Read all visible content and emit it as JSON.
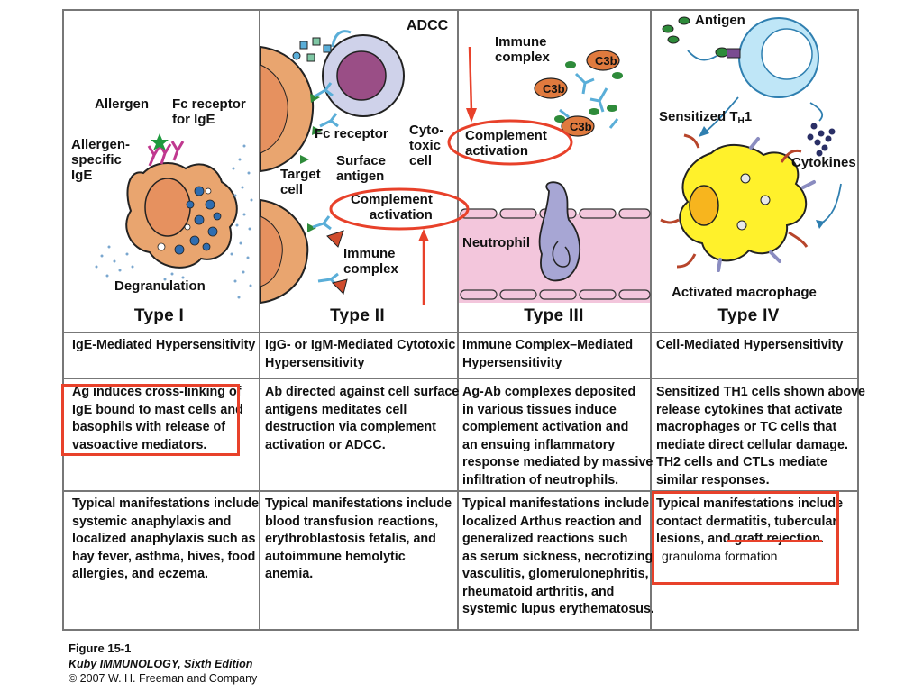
{
  "panels": {
    "type1": {
      "type_label": "Type I",
      "labels": {
        "allergen": "Allergen",
        "fc_receptor_ige": "Fc receptor\nfor IgE",
        "allergen_specific_ige": "Allergen-\nspecific\nIgE",
        "degranulation": "Degranulation"
      }
    },
    "type2": {
      "type_label": "Type II",
      "labels": {
        "adcc": "ADCC",
        "fc_receptor": "Fc receptor",
        "surface_antigen": "Surface\nantigen",
        "target_cell": "Target\ncell",
        "cytotoxic_cell": "Cyto-\ntoxic\ncell",
        "complement_activation": "Complement\nactivation",
        "immune_complex": "Immune\ncomplex"
      }
    },
    "type3": {
      "type_label": "Type III",
      "labels": {
        "immune_complex": "Immune\ncomplex",
        "c3b": "C3b",
        "complement_activation": "Complement\nactivation",
        "neutrophil": "Neutrophil"
      }
    },
    "type4": {
      "type_label": "Type IV",
      "labels": {
        "antigen": "Antigen",
        "sensitized_th1_prefix": "Sensitized T",
        "sensitized_th1_sub": "H",
        "sensitized_th1_suffix": "1",
        "cytokines": "Cytokines",
        "activated_macrophage": "Activated macrophage"
      }
    }
  },
  "table": {
    "row_names": [
      "IgE-Mediated Hypersensitivity",
      "IgG- or IgM-Mediated Cytotoxic\nHypersensitivity",
      "Immune Complex–Mediated\nHypersensitivity",
      "Cell-Mediated Hypersensitivity"
    ],
    "row_descriptions": [
      "Ag induces cross-linking of\nIgE bound to mast cells and\nbasophils with release of\nvasoactive mediators.",
      "Ab directed against cell surface\nantigens meditates cell\ndestruction via complement\nactivation or ADCC.",
      "Ag-Ab complexes deposited\nin various tissues induce\ncomplement activation and\nan ensuing inflammatory\nresponse mediated by massive\ninfiltration of neutrophils.",
      "Sensitized TH1 cells shown above\nrelease cytokines that activate\nmacrophages or TC cells that\nmediate direct cellular damage.\nTH2 cells and CTLs mediate\nsimilar responses."
    ],
    "row_manifestations": [
      "Typical manifestations include\nsystemic anaphylaxis and\nlocalized anaphylaxis such as\nhay fever, asthma, hives, food\nallergies, and eczema.",
      "Typical manifestations include\nblood transfusion reactions,\nerythroblastosis fetalis, and\nautoimmune hemolytic\nanemia.",
      "Typical manifestations include\nlocalized Arthus reaction and\ngeneralized reactions such\nas serum sickness, necrotizing\nvasculitis, glomerulonephritis,\nrheumatoid arthritis, and\nsystemic lupus erythematosus.",
      "Typical manifestations include\ncontact dermatitis, tubercular\nlesions, and graft rejection."
    ]
  },
  "annotation": {
    "handwritten_note": "granuloma formation"
  },
  "caption": {
    "figure": "Figure 15-1",
    "book": "Kuby IMMUNOLOGY, Sixth Edition",
    "copyright": "© 2007 W. H. Freeman and Company"
  },
  "colors": {
    "highlight_red": "#e8412a",
    "mast_cell": "#e9a56f",
    "cytotoxic_cell": "#9a4e86",
    "vessel_pink": "#f3c6dc",
    "macrophage_yellow": "#fff12b",
    "th1_blue": "#bfe6f7",
    "antibody_blue": "#5aaed8",
    "antigen_green": "#2e8b3a"
  }
}
